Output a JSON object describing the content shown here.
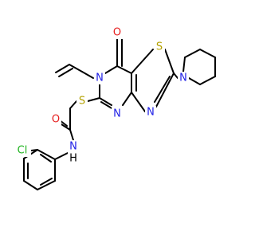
{
  "molecule": {
    "colors": {
      "bond": "#000000",
      "N": "#1f1fe6",
      "O": "#e61f1f",
      "S": "#b3a100",
      "Cl": "#1fb31f",
      "background": "#ffffff"
    },
    "atom_labels": {
      "o_carbonyl_ring": "O",
      "s_thiazole": "S",
      "n6": "N",
      "n4": "N",
      "n3": "N",
      "n_piperidine": "N",
      "s_thioether": "S",
      "o_amide": "O",
      "nh_amide": "N",
      "h_amide": "H",
      "cl": "Cl"
    }
  }
}
